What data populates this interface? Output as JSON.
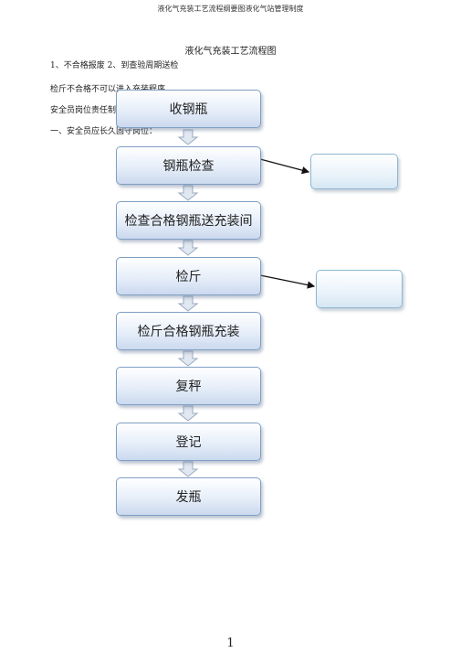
{
  "header": "液化气充装工艺流程纲要图液化气站管理制度",
  "title": "液化气充装工艺流程图",
  "text_lines": [
    "1、不合格报废 2、到查验周期送检",
    "检斤不合格不可以进入充装程序",
    "安全员岗位责任制",
    "一、安全员应长久固守岗位："
  ],
  "flow": [
    "收钢瓶",
    "钢瓶检查",
    "检查合格钢瓶送充装间",
    "检斤",
    "检斤合格钢瓶充装",
    "复秤",
    "登记",
    "发瓶"
  ],
  "page_number": "1"
}
